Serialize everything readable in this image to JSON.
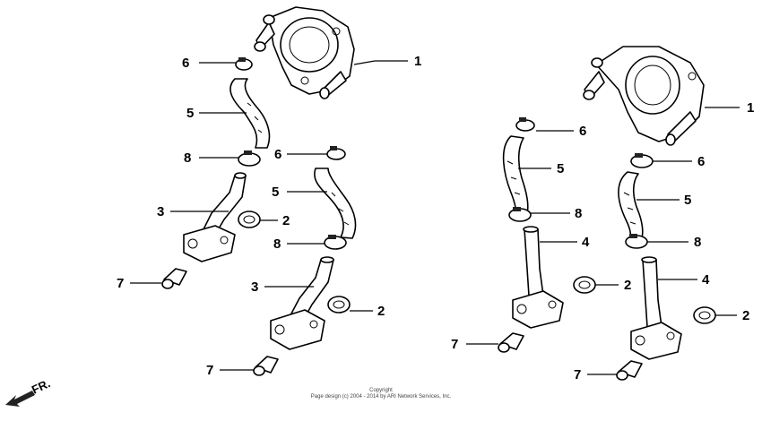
{
  "diagram": {
    "callouts": [
      "1",
      "2",
      "3",
      "4",
      "5",
      "6",
      "7",
      "8"
    ],
    "direction_label": "FR.",
    "copyright_line1": "Copyright",
    "copyright_line2": "Page design (c) 2004 - 2014 by ARI Network Services, Inc."
  }
}
